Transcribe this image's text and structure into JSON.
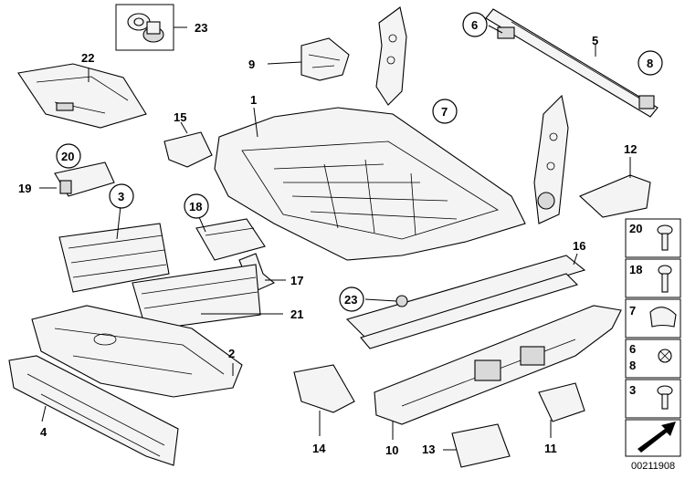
{
  "callouts": {
    "c1": "1",
    "c2": "2",
    "c3": "3",
    "c4": "4",
    "c5": "5",
    "c6": "6",
    "c7": "7",
    "c8": "8",
    "c9": "9",
    "c10": "10",
    "c11": "11",
    "c12": "12",
    "c13": "13",
    "c14": "14",
    "c15": "15",
    "c16": "16",
    "c17": "17",
    "c18": "18",
    "c19": "19",
    "c20": "20",
    "c21": "21",
    "c22": "22",
    "c23_top": "23",
    "c23_mid": "23"
  },
  "legend": {
    "r1": "20",
    "r2": "18",
    "r3": "7",
    "r4a": "6",
    "r4b": "8",
    "r5": "3"
  },
  "diagram_id": "00211908"
}
